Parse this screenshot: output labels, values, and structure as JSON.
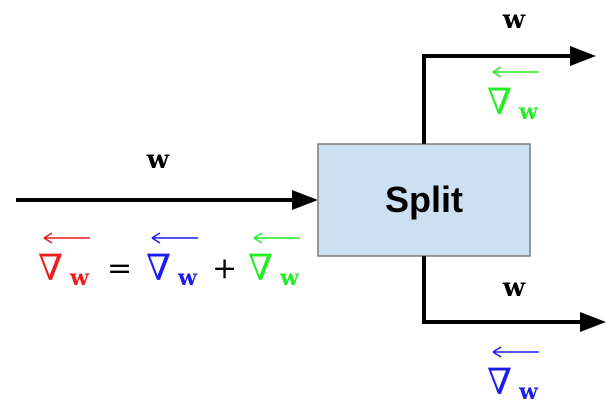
{
  "block": {
    "label": "Split",
    "fill": "#cde0f2",
    "stroke": "#7a7a7a"
  },
  "input_arrow": {
    "label": "w",
    "equation": {
      "lhs_symbol": "∇",
      "lhs_subscript": "w",
      "equals": "=",
      "term1_symbol": "∇",
      "term1_subscript": "w",
      "plus": "+",
      "term2_symbol": "∇",
      "term2_subscript": "w"
    }
  },
  "output_top": {
    "label": "w",
    "gradient_symbol": "∇",
    "gradient_subscript": "w"
  },
  "output_bottom": {
    "label": "w",
    "gradient_symbol": "∇",
    "gradient_subscript": "w"
  },
  "colors": {
    "red": "#ee1c1c",
    "blue": "#1c1cee",
    "green": "#22ee22",
    "black": "#000000"
  }
}
